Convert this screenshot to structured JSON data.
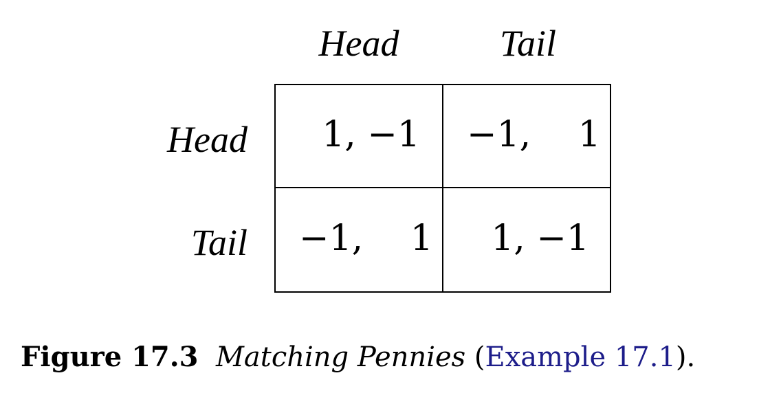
{
  "game_matrix": {
    "column_labels": [
      "Head",
      "Tail"
    ],
    "row_labels": [
      "Head",
      "Tail"
    ],
    "cells": [
      [
        "1, −1",
        "−1,  1"
      ],
      [
        "−1,  1",
        "1, −1"
      ]
    ]
  },
  "caption": {
    "figure_number": "Figure 17.3",
    "title": "Matching Pennies",
    "open_paren": " (",
    "reference": "Example 17.1",
    "close": ")."
  },
  "colors": {
    "reference_link": "#1d1d8a"
  }
}
